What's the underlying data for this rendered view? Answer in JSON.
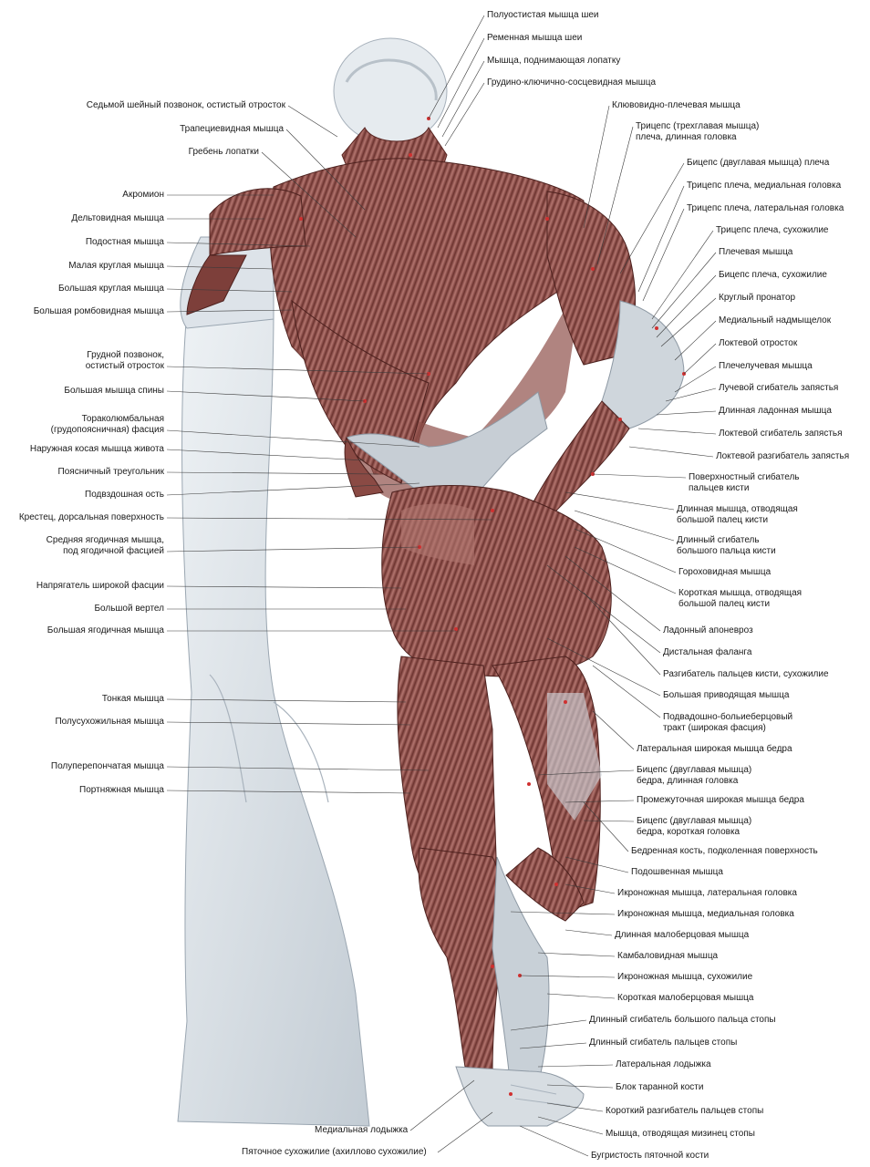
{
  "left_labels": [
    {
      "id": "l1",
      "lines": [
        "Седьмой шейный позвонок, остистый отросток"
      ]
    },
    {
      "id": "l2",
      "lines": [
        "Трапециевидная мышца"
      ]
    },
    {
      "id": "l3",
      "lines": [
        "Гребень лопатки"
      ]
    },
    {
      "id": "l4",
      "lines": [
        "Акромион"
      ]
    },
    {
      "id": "l5",
      "lines": [
        "Дельтовидная мышца"
      ]
    },
    {
      "id": "l6",
      "lines": [
        "Подостная мышца"
      ]
    },
    {
      "id": "l7",
      "lines": [
        "Малая круглая мышца"
      ]
    },
    {
      "id": "l8",
      "lines": [
        "Большая круглая мышца"
      ]
    },
    {
      "id": "l9",
      "lines": [
        "Большая ромбовидная мышца"
      ]
    },
    {
      "id": "l10",
      "lines": [
        "Грудной позвонок,",
        "остистый отросток"
      ]
    },
    {
      "id": "l11",
      "lines": [
        "Большая мышца спины"
      ]
    },
    {
      "id": "l12",
      "lines": [
        "Тораколюмбальная",
        "(грудопоясничная) фасция"
      ]
    },
    {
      "id": "l13",
      "lines": [
        "Наружная косая мышца живота"
      ]
    },
    {
      "id": "l14",
      "lines": [
        "Поясничный треугольник"
      ]
    },
    {
      "id": "l15",
      "lines": [
        "Подвздошная ость"
      ]
    },
    {
      "id": "l16",
      "lines": [
        "Крестец, дорсальная поверхность"
      ]
    },
    {
      "id": "l17",
      "lines": [
        "Средняя ягодичная мышца,",
        "под ягодичной фасцией"
      ]
    },
    {
      "id": "l18",
      "lines": [
        "Напрягатель широкой фасции"
      ]
    },
    {
      "id": "l19",
      "lines": [
        "Большой вертел"
      ]
    },
    {
      "id": "l20",
      "lines": [
        "Большая ягодичная мышца"
      ]
    },
    {
      "id": "l21",
      "lines": [
        "Тонкая мышца"
      ]
    },
    {
      "id": "l22",
      "lines": [
        "Полусухожильная мышца"
      ]
    },
    {
      "id": "l23",
      "lines": [
        "Полуперепончатая мышца"
      ]
    },
    {
      "id": "l24",
      "lines": [
        "Портняжная мышца"
      ]
    }
  ],
  "right_labels": [
    {
      "id": "r1",
      "lines": [
        "Полуостистая мышца шеи"
      ]
    },
    {
      "id": "r2",
      "lines": [
        "Ременная мышца шеи"
      ]
    },
    {
      "id": "r3",
      "lines": [
        "Мышца, поднимающая лопатку"
      ]
    },
    {
      "id": "r4",
      "lines": [
        "Грудино-ключично-сосцевидная мышца"
      ]
    },
    {
      "id": "r5",
      "lines": [
        "Клювовидно-плечевая мышца"
      ]
    },
    {
      "id": "r6",
      "lines": [
        "Трицепс (трехглавая мышца)",
        "плеча, длинная головка"
      ]
    },
    {
      "id": "r7",
      "lines": [
        "Бицепс (двуглавая мышца) плеча"
      ]
    },
    {
      "id": "r8",
      "lines": [
        "Трицепс плеча, медиальная головка"
      ]
    },
    {
      "id": "r9",
      "lines": [
        "Трицепс плеча, латеральная головка"
      ]
    },
    {
      "id": "r10",
      "lines": [
        "Трицепс плеча, сухожилие"
      ]
    },
    {
      "id": "r11",
      "lines": [
        "Плечевая мышца"
      ]
    },
    {
      "id": "r12",
      "lines": [
        "Бицепс плеча, сухожилие"
      ]
    },
    {
      "id": "r13",
      "lines": [
        "Круглый пронатор"
      ]
    },
    {
      "id": "r14",
      "lines": [
        "Медиальный надмыщелок"
      ]
    },
    {
      "id": "r15",
      "lines": [
        "Локтевой отросток"
      ]
    },
    {
      "id": "r16",
      "lines": [
        "Плечелучевая мышца"
      ]
    },
    {
      "id": "r17",
      "lines": [
        "Лучевой сгибатель запястья"
      ]
    },
    {
      "id": "r18",
      "lines": [
        "Длинная ладонная мышца"
      ]
    },
    {
      "id": "r19",
      "lines": [
        "Локтевой сгибатель запястья"
      ]
    },
    {
      "id": "r20",
      "lines": [
        "Локтевой разгибатель запястья"
      ]
    },
    {
      "id": "r21",
      "lines": [
        "Поверхностный сгибатель",
        "пальцев кисти"
      ]
    },
    {
      "id": "r22",
      "lines": [
        "Длинная мышца, отводящая",
        "большой палец кисти"
      ]
    },
    {
      "id": "r23",
      "lines": [
        "Длинный сгибатель",
        "большого пальца кисти"
      ]
    },
    {
      "id": "r24",
      "lines": [
        "Гороховидная мышца"
      ]
    },
    {
      "id": "r25",
      "lines": [
        "Короткая мышца, отводящая",
        "большой палец кисти"
      ]
    },
    {
      "id": "r26",
      "lines": [
        "Ладонный апоневроз"
      ]
    },
    {
      "id": "r27",
      "lines": [
        "Дистальная фаланга"
      ]
    },
    {
      "id": "r28",
      "lines": [
        "Разгибатель пальцев кисти, сухожилие"
      ]
    },
    {
      "id": "r29",
      "lines": [
        "Большая приводящая мышца"
      ]
    },
    {
      "id": "r30",
      "lines": [
        "Подвадошно-больиеберцовый",
        "тракт (широкая фасция)"
      ]
    },
    {
      "id": "r31",
      "lines": [
        "Латеральная широкая мышца бедра"
      ]
    },
    {
      "id": "r32",
      "lines": [
        "Бицепс (двуглавая мышца)",
        "бедра, длинная головка"
      ]
    },
    {
      "id": "r33",
      "lines": [
        "Промежуточная широкая мышца бедра"
      ]
    },
    {
      "id": "r34",
      "lines": [
        "Бицепс (двуглавая мышца)",
        "бедра, короткая головка"
      ]
    },
    {
      "id": "r35",
      "lines": [
        "Бедренная кость, подколенная поверхность"
      ]
    },
    {
      "id": "r36",
      "lines": [
        "Подошвенная мышца"
      ]
    },
    {
      "id": "r37",
      "lines": [
        "Икроножная мышца, латеральная головка"
      ]
    },
    {
      "id": "r38",
      "lines": [
        "Икроножная мышца, медиальная головка"
      ]
    },
    {
      "id": "r39",
      "lines": [
        "Длинная малоберцовая мышца"
      ]
    },
    {
      "id": "r40",
      "lines": [
        "Камбаловидная мышца"
      ]
    },
    {
      "id": "r41",
      "lines": [
        "Икроножная мышца, сухожилие"
      ]
    },
    {
      "id": "r42",
      "lines": [
        "Короткая малоберцовая мышца"
      ]
    },
    {
      "id": "r43",
      "lines": [
        "Длинный сгибатель большого пальца стопы"
      ]
    },
    {
      "id": "r44",
      "lines": [
        "Длинный сгибатель пальцев стопы"
      ]
    },
    {
      "id": "r45",
      "lines": [
        "Латеральная лодыжка"
      ]
    },
    {
      "id": "r46",
      "lines": [
        "Блок таранной кости"
      ]
    },
    {
      "id": "r47",
      "lines": [
        "Короткий разгибатель пальцев стопы"
      ]
    },
    {
      "id": "r48",
      "lines": [
        "Мышца, отводящая мизинец стопы"
      ]
    },
    {
      "id": "r49",
      "lines": [
        "Бугристость пяточной кости"
      ]
    }
  ],
  "bottom_labels": [
    {
      "id": "b1",
      "lines": [
        "Медиальная лодыжка"
      ]
    },
    {
      "id": "b2",
      "lines": [
        "Пяточное сухожилие (ахиллово сухожилие)"
      ]
    }
  ],
  "colors": {
    "muscle": "#8a4a44",
    "muscle_light": "#b9807a",
    "tendon": "#c9cfd6",
    "stone": "#e4e9ee",
    "stone_shade": "#b9c3cc",
    "leader": "#3a3a3a",
    "marker": "#d03030"
  }
}
